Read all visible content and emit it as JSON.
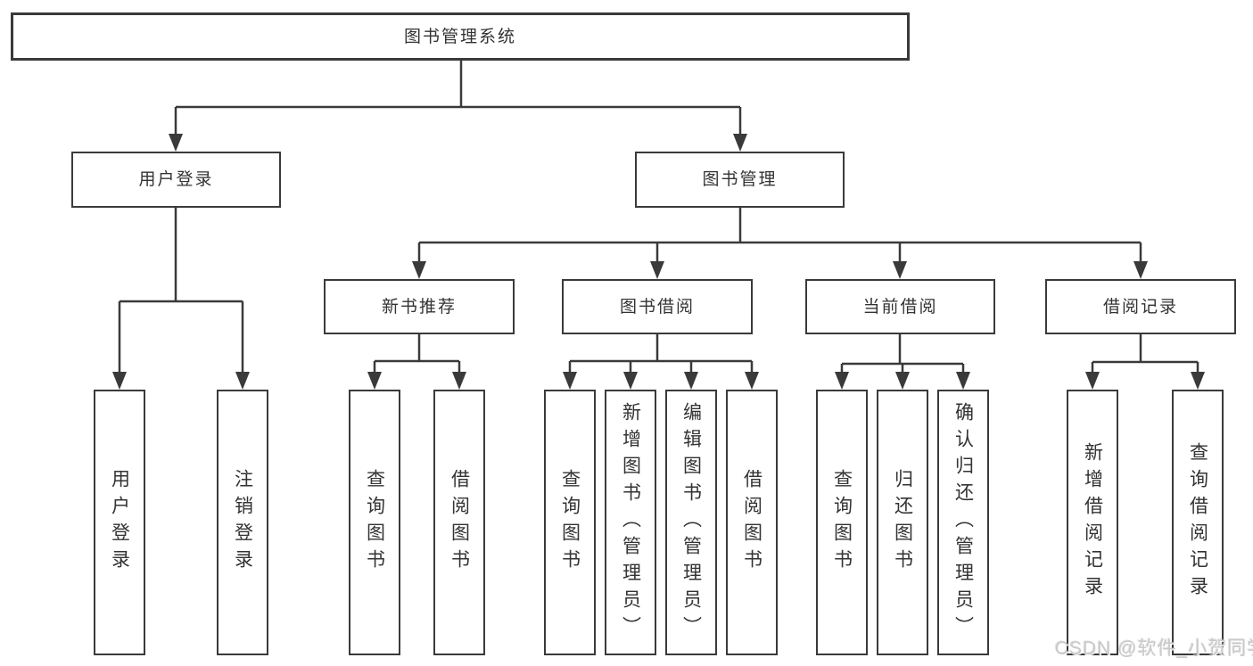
{
  "diagram": {
    "root": {
      "label": "图书管理系统"
    },
    "level2": [
      {
        "label": "用户登录"
      },
      {
        "label": "图书管理"
      }
    ],
    "level3": [
      {
        "label": "新书推荐"
      },
      {
        "label": "图书借阅"
      },
      {
        "label": "当前借阅"
      },
      {
        "label": "借阅记录"
      }
    ],
    "leaves": {
      "user_login": [
        "用户登录",
        "注销登录"
      ],
      "new_book_recommend": [
        "查询图书",
        "借阅图书"
      ],
      "book_borrow": [
        "查询图书",
        "新增图书（管理员）",
        "编辑图书（管理员）",
        "借阅图书"
      ],
      "current_borrow": [
        "查询图书",
        "归还图书",
        "确认归还（管理员）"
      ],
      "borrow_records": [
        "新增借阅记录",
        "查询借阅记录"
      ]
    },
    "colors": {
      "line": "#3a3a3a",
      "text": "#333333",
      "box_background": "#ffffff",
      "watermark": "#c9c9c9"
    },
    "watermark": "CSDN @软件_小贺同学"
  }
}
